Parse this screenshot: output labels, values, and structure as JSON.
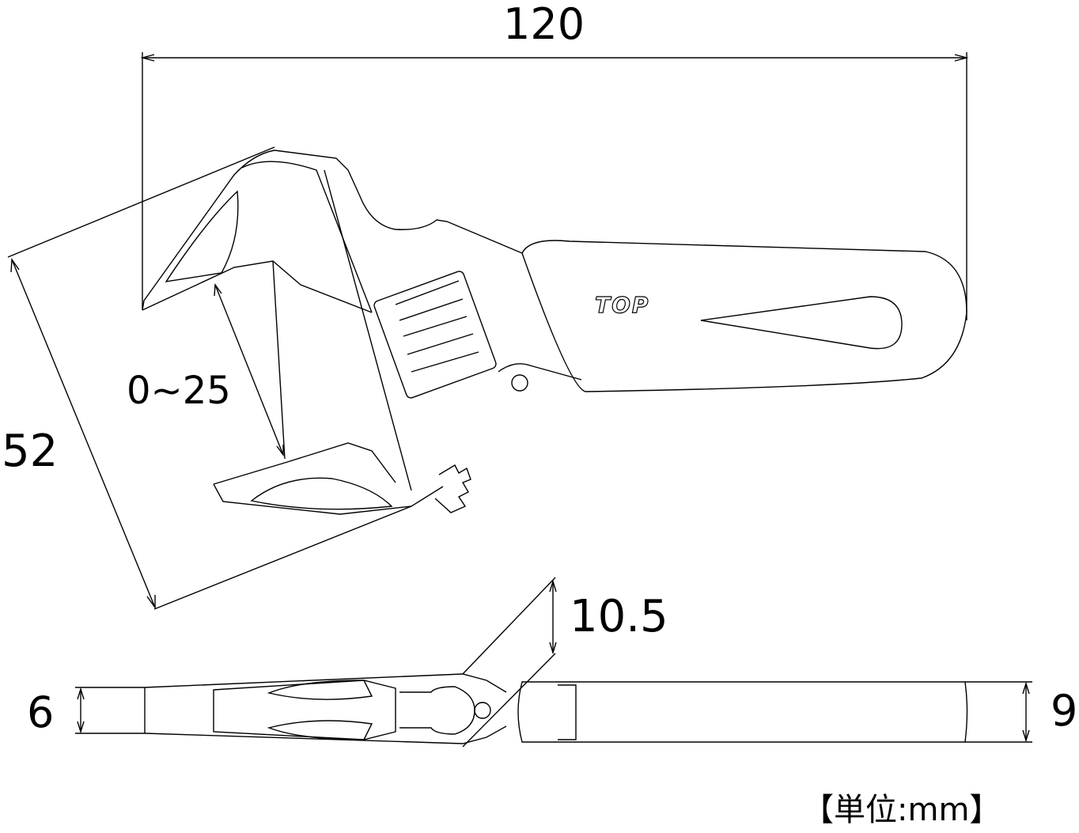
{
  "diagram": {
    "subject": "Adjustable wrench dimension drawing",
    "brand_logo": "TOP",
    "dimensions": {
      "overall_length": "120",
      "jaw_opening": "0~25",
      "head_width": "52",
      "head_thickness": "10.5",
      "jaw_tip_thickness": "6",
      "handle_thickness": "9"
    },
    "unit_label": "【単位:mm】"
  }
}
